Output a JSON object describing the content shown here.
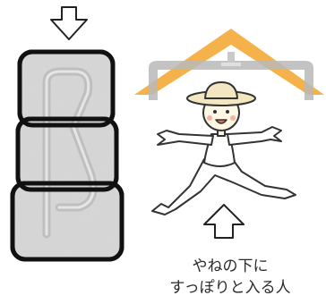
{
  "caption": {
    "line1": "やねの下に",
    "line2": "すっぽりと入る人"
  },
  "colors": {
    "outline": "#111111",
    "block_fill": "#d9d9d9",
    "roof_gray": "#b9b9b9",
    "roof_orange": "#f6b24a",
    "figure_line": "#333333",
    "hat_fill": "#f3e7c2",
    "skin_fill": "#fdf7e6",
    "cheek": "#f7b2a1",
    "shirt_fill": "#ffffff"
  },
  "icons": {
    "left_arrow": "arrow-down-outline",
    "right_arrow": "arrow-up-outline"
  }
}
